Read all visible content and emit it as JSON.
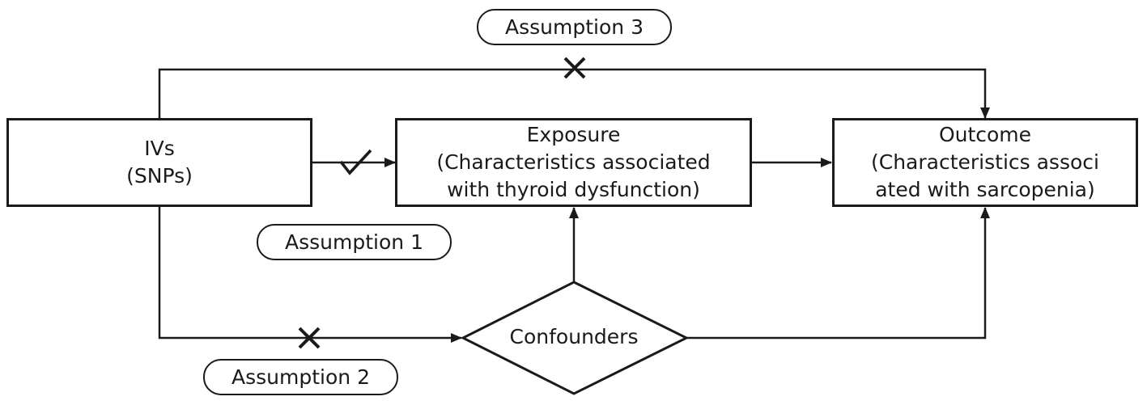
{
  "nodes": {
    "ivs": {
      "lines": [
        "IVs",
        "(SNPs)"
      ]
    },
    "exposure": {
      "lines": [
        "Exposure",
        "(Characteristics associated",
        "with thyroid dysfunction)"
      ]
    },
    "outcome": {
      "lines": [
        "Outcome",
        "(Characteristics associ",
        "ated with sarcopenia)"
      ]
    },
    "confounders": {
      "label": "Confounders"
    }
  },
  "assumptions": {
    "a1": "Assumption 1",
    "a2": "Assumption 2",
    "a3": "Assumption 3"
  },
  "marks": {
    "a1": "check-mark",
    "a2": "cross-mark",
    "a3": "cross-mark"
  }
}
